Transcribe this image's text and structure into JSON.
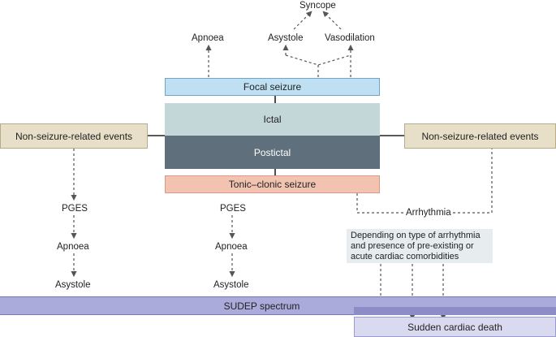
{
  "diagram": {
    "top": {
      "syncope": "Syncope",
      "apnoea": "Apnoea",
      "asystole": "Asystole",
      "vasodilation": "Vasodilation"
    },
    "focal_seizure": "Focal seizure",
    "ictal": "Ictal",
    "postictal": "Postictal",
    "tonic_clonic_seizure": "Tonic–clonic seizure",
    "non_seizure_left": "Non-seizure-related events",
    "non_seizure_right": "Non-seizure-related events",
    "left_chain": [
      "PGES",
      "Apnoea",
      "Asystole"
    ],
    "center_chain": [
      "PGES",
      "Apnoea",
      "Asystole"
    ],
    "arrhythmia": "Arrhythmia",
    "note": [
      "Depending on type of arrhythmia",
      "and presence of pre-existing or",
      "acute cardiac comorbidities"
    ],
    "sudep_spectrum": "SUDEP spectrum",
    "sudden_cardiac_death": "Sudden cardiac death"
  },
  "colors": {
    "focal": "#bfe0f2",
    "ictal": "#c3d6d8",
    "postictal": "#5f707c",
    "tonic": "#f3c3b2",
    "non_seizure": "#e8dfc8",
    "sudep": "#aaaadb",
    "scd": "#d9daf0",
    "note_bg": "#e7ecee",
    "arrow": "#555555"
  }
}
